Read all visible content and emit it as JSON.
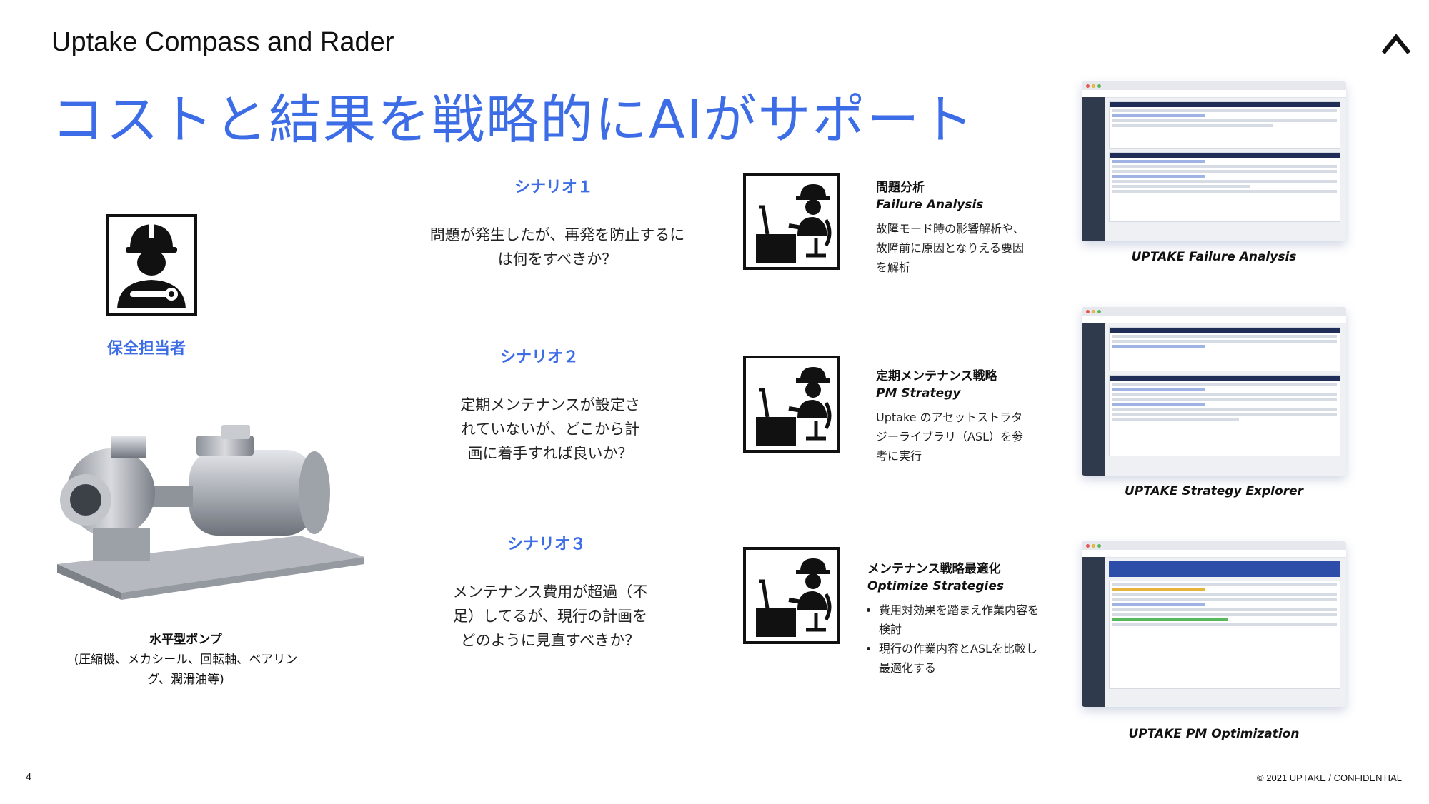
{
  "header": {
    "title": "Uptake Compass and Rader",
    "headline": "コストと結果を戦略的にAIがサポート"
  },
  "role": {
    "label": "保全担当者"
  },
  "asset": {
    "name": "水平型ポンプ",
    "components": "(圧縮機、メカシール、回転軸、ベアリング、潤滑油等)"
  },
  "scenarios": [
    {
      "title": "シナリオ１",
      "question_lines": [
        "問題が発生したが、再発を防止するに",
        "は何をすべきか？"
      ]
    },
    {
      "title": "シナリオ２",
      "question_lines": [
        "定期メンテナンスが設定さ",
        "れていないが、どこから計",
        "画に着手すれば良いか？"
      ]
    },
    {
      "title": "シナリオ３",
      "question_lines": [
        "メンテナンス費用が超過（不",
        "足）してるが、現行の計画を",
        "どのように見直すべきか？"
      ]
    }
  ],
  "solutions": [
    {
      "title": "問題分析",
      "subtitle": "Failure Analysis",
      "lines": [
        "故障モード時の影響解析や、",
        "故障前に原因となりえる要因",
        "を解析"
      ]
    },
    {
      "title": "定期メンテナンス戦略",
      "subtitle": "PM Strategy",
      "lines": [
        "Uptake のアセットストラタ",
        "ジーライブラリ（ASL）を参",
        "考に実行"
      ]
    },
    {
      "title": "メンテナンス戦略最適化",
      "subtitle": "Optimize Strategies",
      "bullets": [
        [
          "費用対効果を踏まえ作業内容を",
          "検討"
        ],
        [
          "現行の作業内容とASLを比較し",
          "最適化する"
        ]
      ]
    }
  ],
  "screenshots": [
    {
      "caption": "UPTAKE Failure Analysis"
    },
    {
      "caption": "UPTAKE Strategy Explorer"
    },
    {
      "caption": "UPTAKE PM Optimization"
    }
  ],
  "footer": {
    "page": "4",
    "copyright": "© 2021 UPTAKE  /  CONFIDENTIAL"
  },
  "colors": {
    "accent": "#3d6de6",
    "text": "#111111",
    "app_sidebar": "#2f3a4d",
    "app_header": "#1f2d57"
  },
  "icons": {
    "logo": "uptake-chevron-icon",
    "role": "worker-helmet-wrench-icon",
    "solution": "worker-at-desk-icon"
  }
}
